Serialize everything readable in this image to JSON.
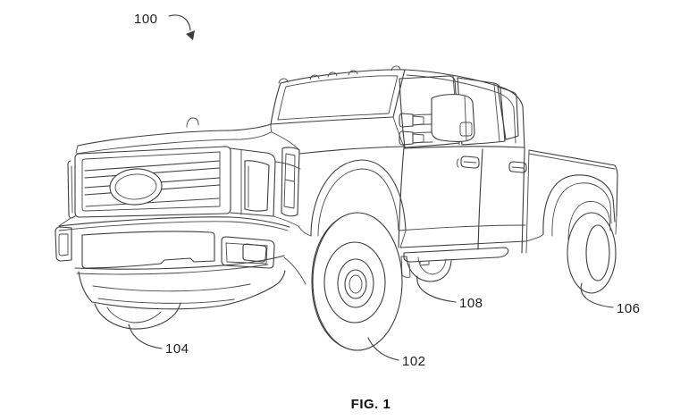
{
  "figure": {
    "caption": "FIG. 1",
    "labels": {
      "l100": "100",
      "l102": "102",
      "l104": "104",
      "l106": "106",
      "l108": "108"
    }
  },
  "colors": {
    "background": "#ffffff",
    "line": "#3d3d3d",
    "text": "#1d1d1d"
  }
}
